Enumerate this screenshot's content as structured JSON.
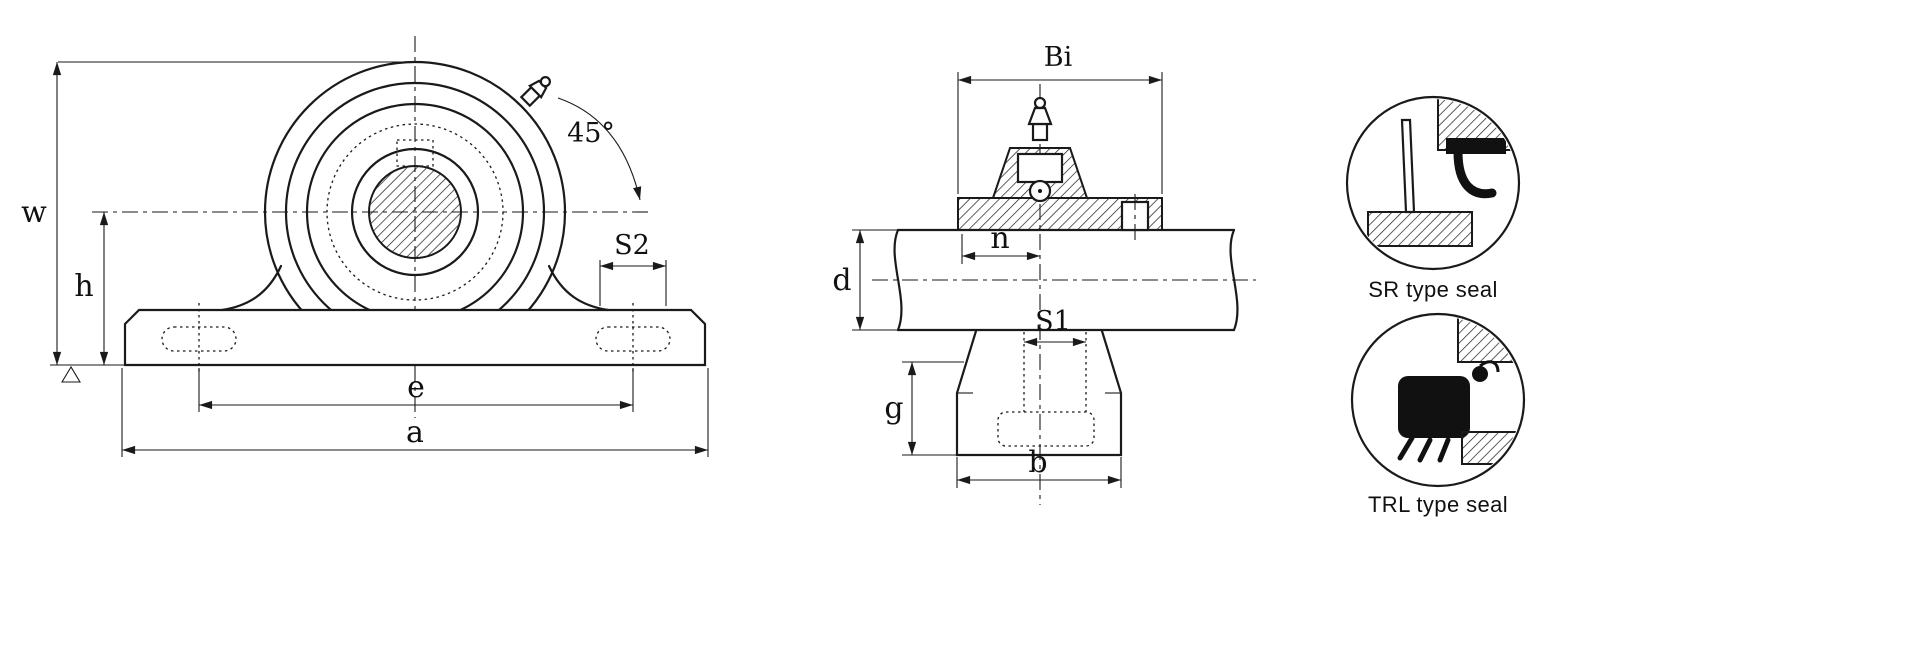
{
  "front_view": {
    "dims": {
      "w": "w",
      "h": "h",
      "e": "e",
      "a": "a",
      "s2": "S2"
    },
    "angle_label": "45°"
  },
  "side_view": {
    "dims": {
      "bi": "Bi",
      "n": "n",
      "d": "d",
      "s1": "S1",
      "g": "g",
      "b": "b"
    }
  },
  "seal_details": [
    {
      "caption": "SR type seal"
    },
    {
      "caption": "TRL type seal"
    }
  ],
  "colors": {
    "line": "#1a1a1a",
    "background": "#ffffff"
  }
}
